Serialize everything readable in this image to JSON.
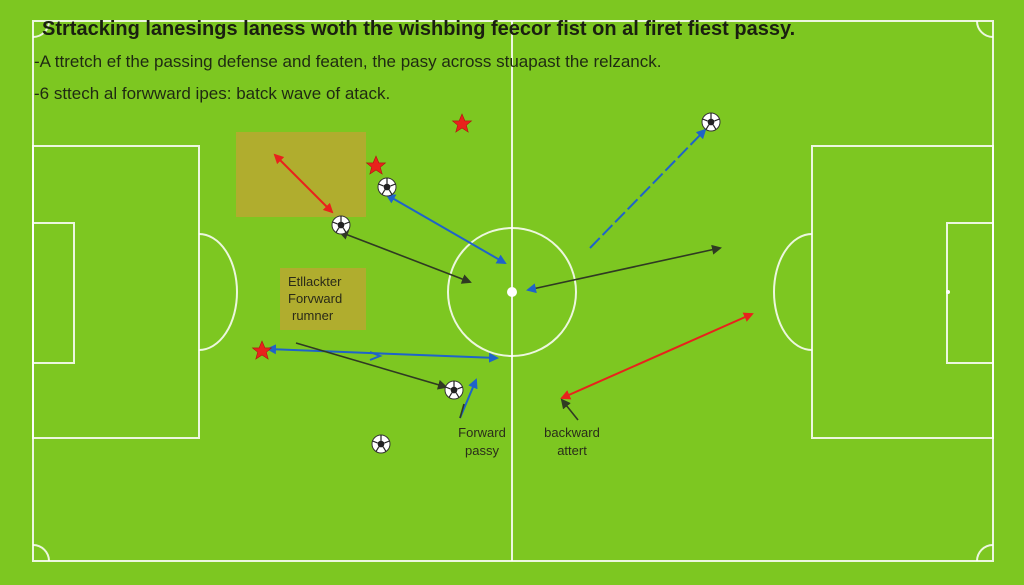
{
  "title": "Strtacking lanesings laness woth the wishbing feecor fist on al firet fiest passy.",
  "notes": [
    "-A ttretch ef the passing defense and featen, the pasy across stuapast the relzanck.",
    "-6 sttech al forwward ipes: batck wave of atack."
  ],
  "box_label": [
    "Etllackter",
    "Forvward",
    "rumner"
  ],
  "labels": {
    "forward": [
      "Forward",
      "passy"
    ],
    "backward": [
      "backward",
      "attert"
    ]
  },
  "colors": {
    "pitch": "#7dc721",
    "lines": "#ffffff",
    "highlight_box": "#b8a830",
    "red_arrow": "#e8221c",
    "blue_arrow": "#1f63c9",
    "dark_arrow": "#2f3a22"
  }
}
